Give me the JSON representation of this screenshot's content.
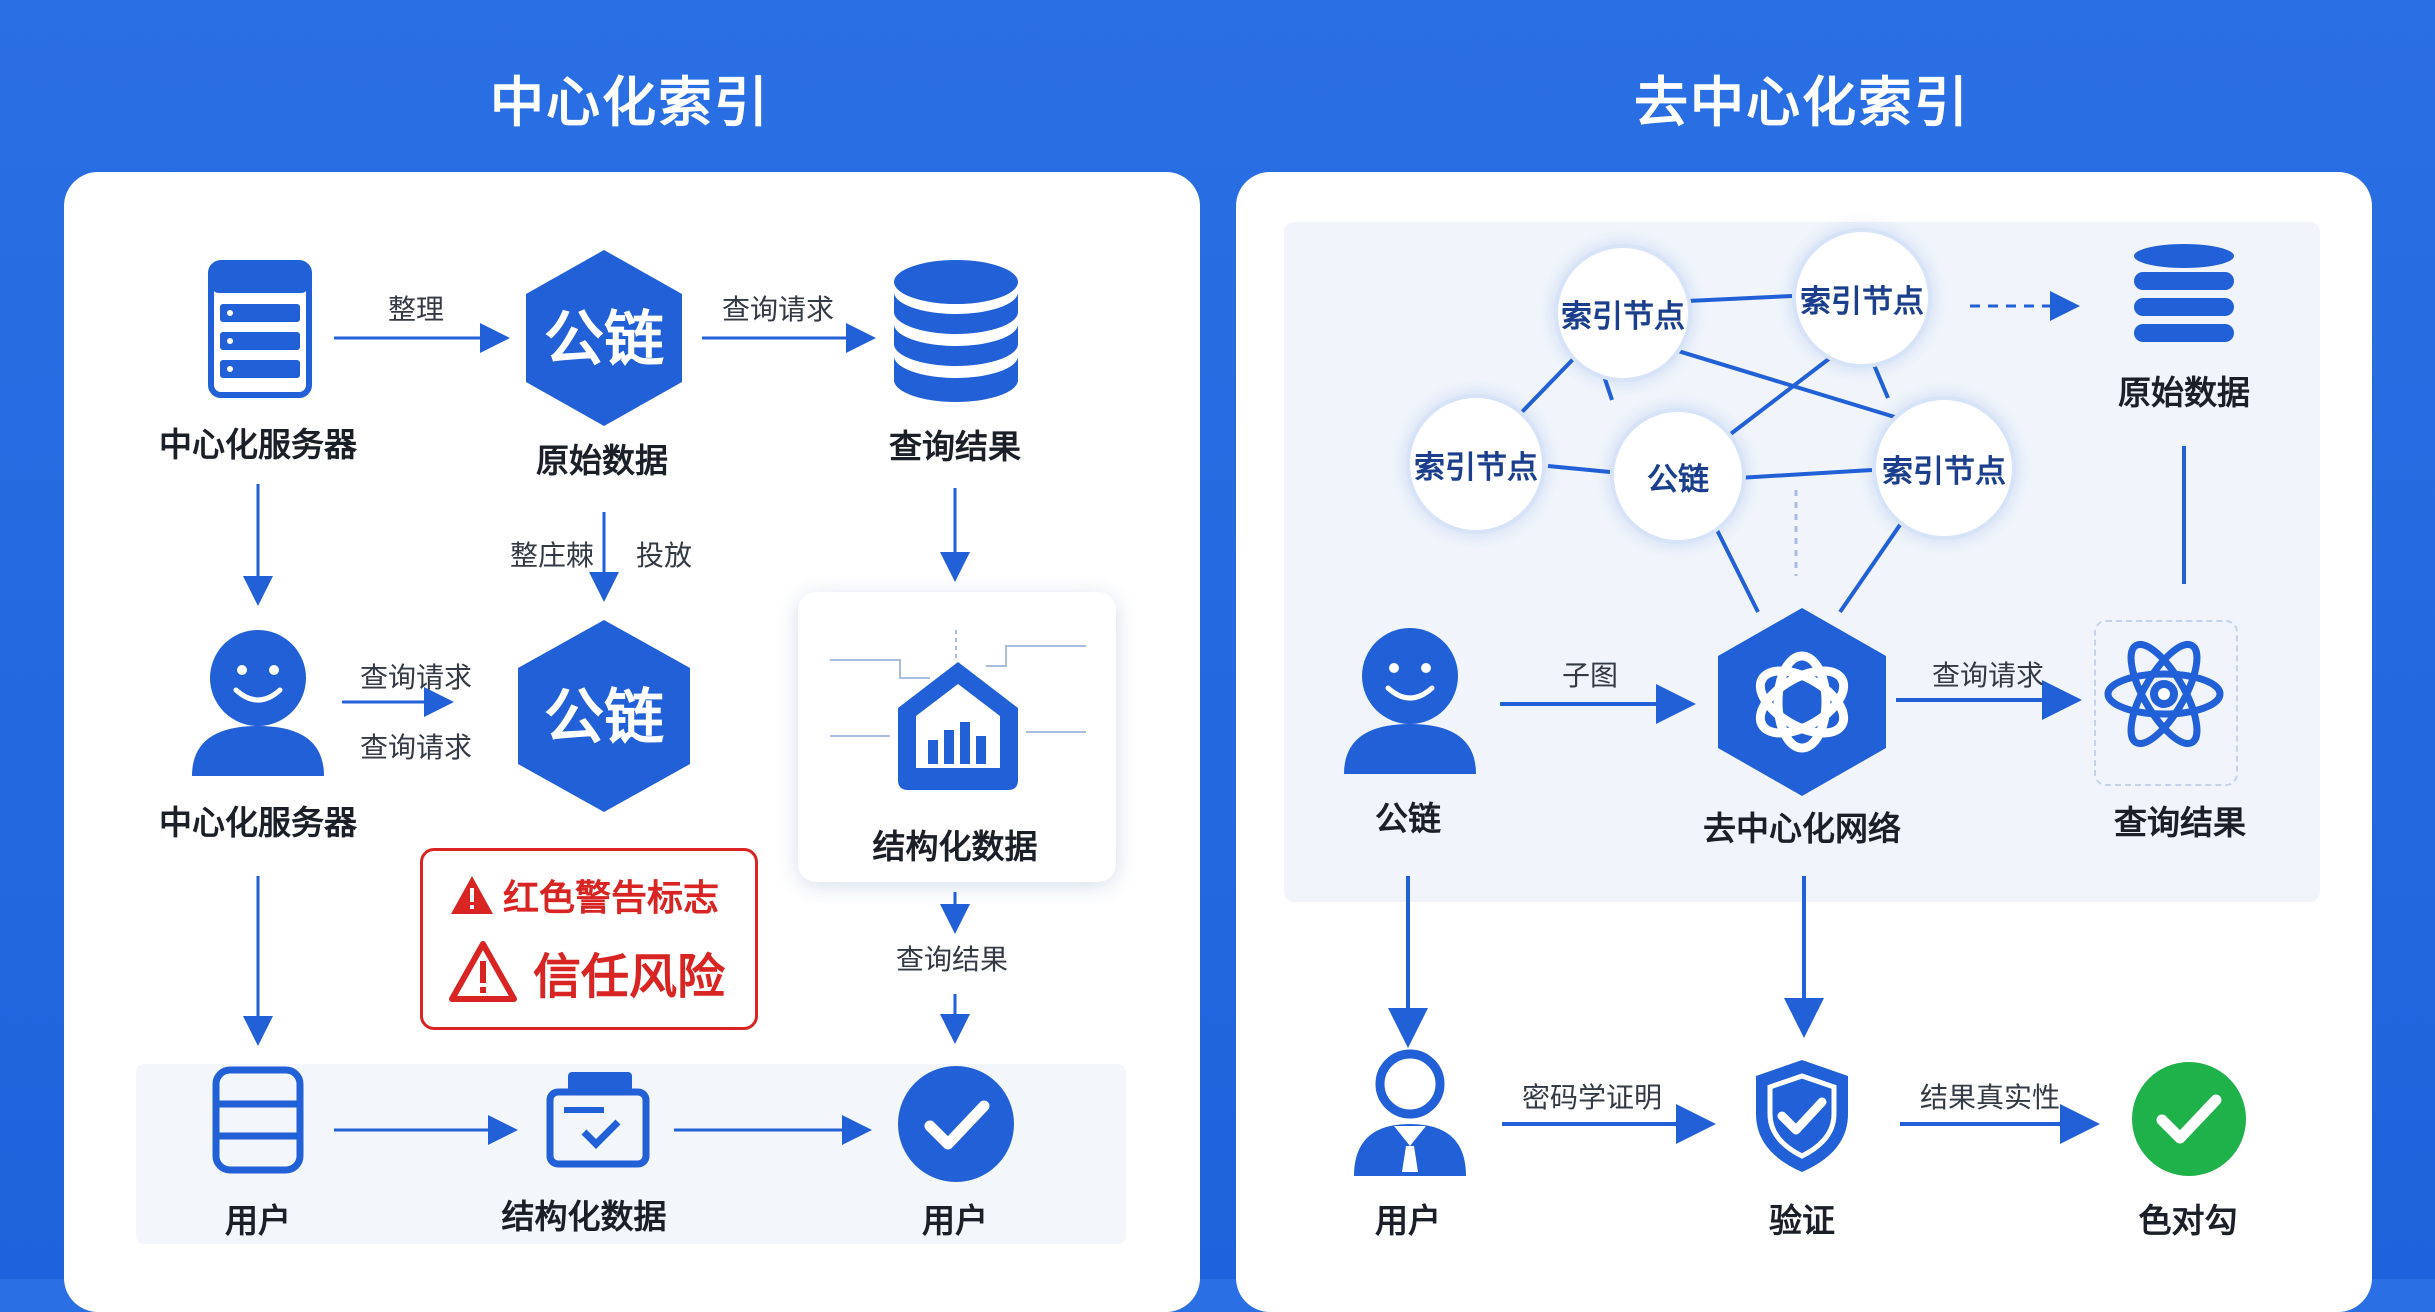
{
  "titles": {
    "left": "中心化索引",
    "right": "去中心化索引"
  },
  "left": {
    "server_top_label": "中心化服务器",
    "edge_zhengli": "整理",
    "chain1_text": "公链",
    "chain1_label": "原始数据",
    "edge_query_top": "查询请求",
    "db_label": "查询结果",
    "edge_mid_a": "整庄棘",
    "edge_mid_b": "投放",
    "user_label": "中心化服务器",
    "edge_query1": "查询请求",
    "edge_query2": "查询请求",
    "chain2_text": "公链",
    "struct_label": "结构化数据",
    "warning1": "红色警告标志",
    "warning2": "信任风险",
    "edge_result": "查询结果",
    "bottom_doc_label": "用户",
    "bottom_struct_label": "结构化数据",
    "bottom_check_label": "用户"
  },
  "right": {
    "node1": "索引节点",
    "node2": "索引节点",
    "node3": "索引节点",
    "node4": "公链",
    "node5": "索引节点",
    "rawdata_label": "原始数据",
    "user_label": "公链",
    "edge_subgraph": "子图",
    "network_label": "去中心化网络",
    "edge_query": "查询请求",
    "result_label": "查询结果",
    "edge_proof": "密码学证明",
    "edge_truth": "结果真实性",
    "bottom_user_label": "用户",
    "verify_label": "验证",
    "check_label": "色对勾"
  },
  "colors": {
    "primary": "#2160d6",
    "background": "#2167e0",
    "warning": "#d92424",
    "success": "#1fb24a"
  }
}
